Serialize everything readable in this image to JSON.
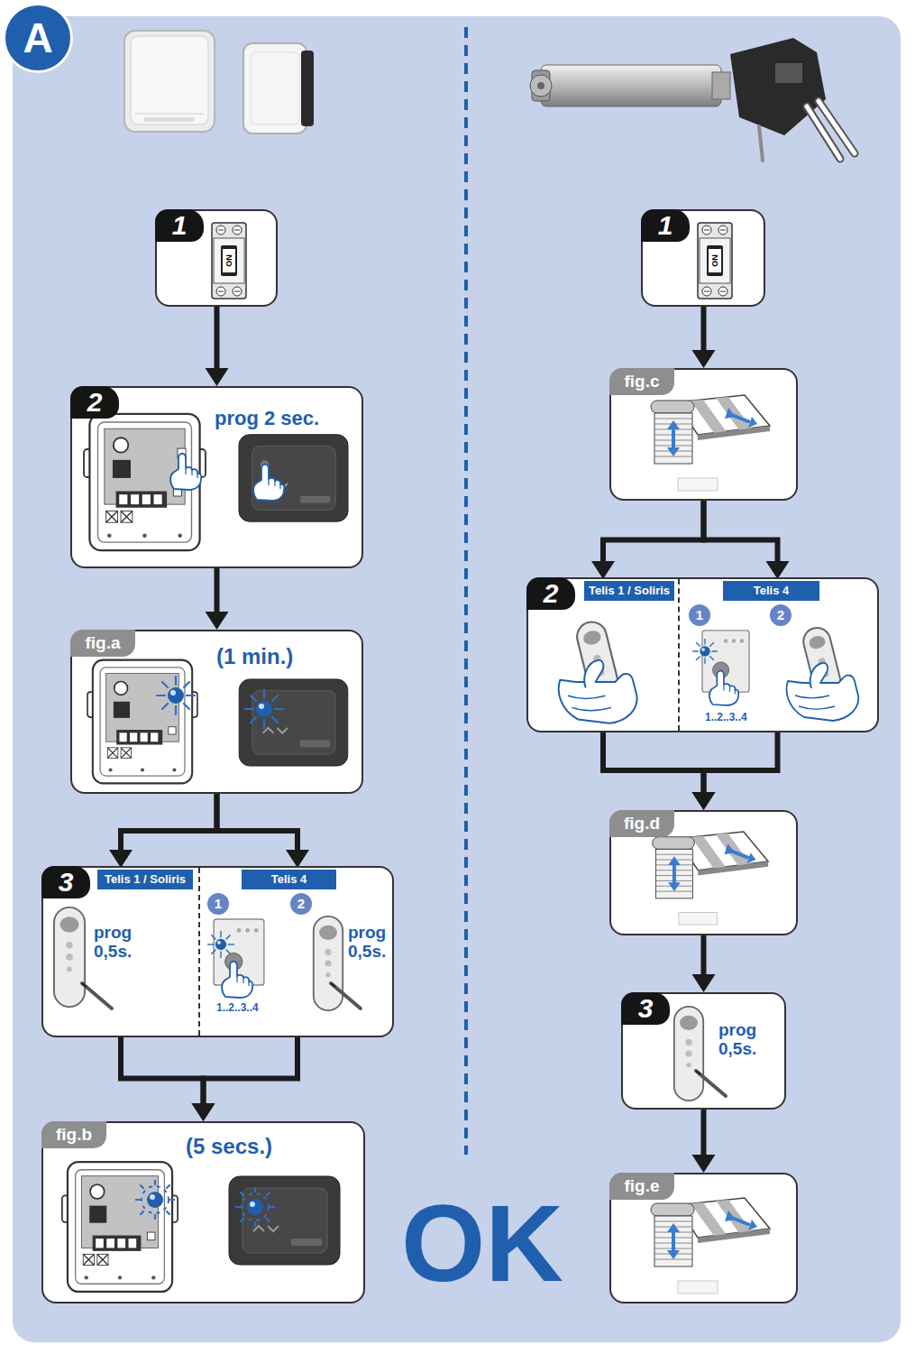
{
  "diagram": {
    "nodes": [
      {
        "text": [
          "1",
          "ON"
        ]
      },
      {
        "text": [
          "2",
          "prog 2 sec."
        ]
      },
      {
        "text": [
          "fig.a",
          "(1 min.)"
        ]
      },
      {
        "text": [
          "3"
        ]
      },
      {
        "text": [
          "Telis 1 / Soliris",
          "prog 0,5s."
        ],
        "in": 3
      },
      {
        "text": [
          "Telis 4",
          "1",
          "1..2..3..4",
          "2",
          "prog 0,5s."
        ],
        "in": 3
      },
      {
        "text": [
          "fig.b",
          "(5 secs.)"
        ]
      },
      {
        "text": [
          "1",
          "ON"
        ]
      },
      {
        "text": [
          "fig.c"
        ]
      },
      {
        "text": [
          "2"
        ]
      },
      {
        "text": [
          "Telis 1 / Soliris"
        ],
        "in": 9
      },
      {
        "text": [
          "Telis 4",
          "1",
          "1..2..3..4",
          "2"
        ],
        "in": 9
      },
      {
        "text": [
          "fig.d"
        ]
      },
      {
        "text": [
          "3",
          "prog 0,5s."
        ]
      },
      {
        "text": [
          "fig.e"
        ]
      }
    ],
    "edges": [
      {
        "from": 0,
        "to": 1,
        "arrow": "to"
      },
      {
        "from": 1,
        "to": 2,
        "arrow": "to"
      },
      {
        "from": 2,
        "to": 4,
        "arrow": "to"
      },
      {
        "from": 2,
        "to": 5,
        "arrow": "to"
      },
      {
        "from": 4,
        "to": 6,
        "arrow": "to"
      },
      {
        "from": 5,
        "to": 6,
        "arrow": "to"
      },
      {
        "from": 7,
        "to": 8,
        "arrow": "to"
      },
      {
        "from": 8,
        "to": 10,
        "arrow": "to"
      },
      {
        "from": 8,
        "to": 11,
        "arrow": "to"
      },
      {
        "from": 10,
        "to": 12,
        "arrow": "to"
      },
      {
        "from": 11,
        "to": 12,
        "arrow": "to"
      },
      {
        "from": 12,
        "to": 13,
        "arrow": "to"
      },
      {
        "from": 13,
        "to": 14,
        "arrow": "to"
      }
    ],
    "labels": [
      "A",
      "OK"
    ]
  }
}
